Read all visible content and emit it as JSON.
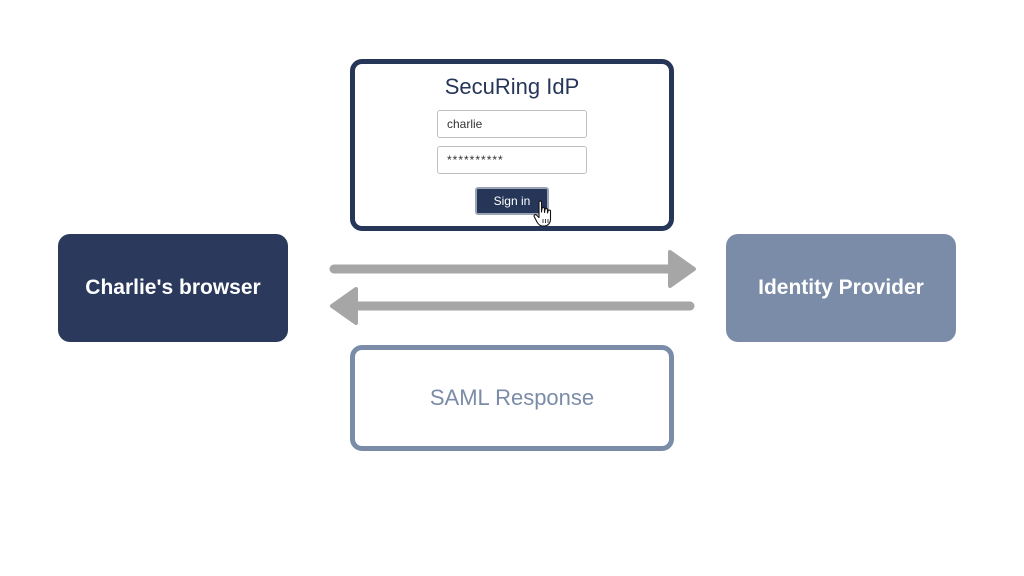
{
  "login_card": {
    "title": "SecuRing IdP",
    "username_value": "charlie",
    "password_value": "**********",
    "signin_label": "Sign in"
  },
  "nodes": {
    "browser_label": "Charlie's browser",
    "idp_label": "Identity Provider"
  },
  "message": {
    "label": "SAML Response"
  },
  "colors": {
    "navy": "#263659",
    "browser_fill": "#2b3a5c",
    "idp_fill": "#7b8ca8",
    "arrow": "#a6a6a6"
  },
  "icons": {
    "cursor": "hand-pointer-icon"
  }
}
